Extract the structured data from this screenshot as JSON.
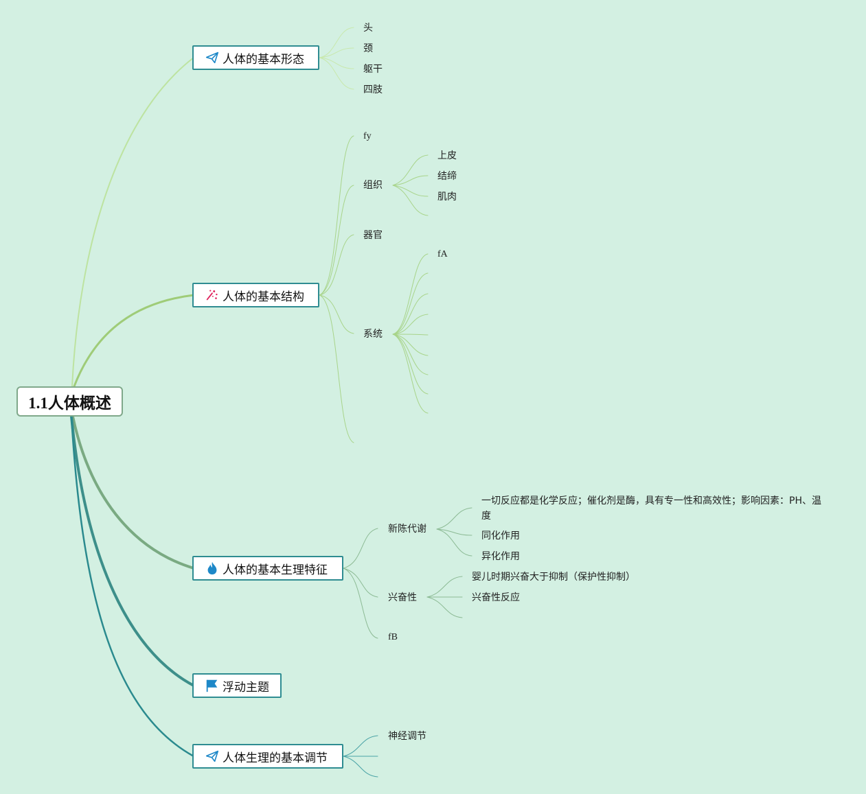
{
  "root": {
    "label": "1.1人体概述"
  },
  "topics": [
    {
      "id": "shape",
      "label": "人体的基本形态",
      "icon": "paper-plane-icon",
      "children": [
        "头",
        "颈",
        "躯干",
        "四肢"
      ]
    },
    {
      "id": "structure",
      "label": "人体的基本结构",
      "icon": "sparkle-icon",
      "children": {
        "fy": "fy",
        "tissue": {
          "label": "组织",
          "children": [
            "上皮",
            "结缔",
            "肌肉"
          ]
        },
        "organ": "器官",
        "system": {
          "label": "系统",
          "children": [
            "fA"
          ]
        }
      }
    },
    {
      "id": "physio",
      "label": "人体的基本生理特征",
      "icon": "flame-icon",
      "children": {
        "metabolism": {
          "label": "新陈代谢",
          "children": [
            "一切反应都是化学反应；催化剂是酶，具有专一性和高效性；影响因素：PH、温度",
            "同化作用",
            "异化作用"
          ]
        },
        "excitability": {
          "label": "兴奋性",
          "children": [
            "婴儿时期兴奋大于抑制（保护性抑制）",
            "兴奋性反应"
          ]
        },
        "fb": "fB"
      }
    },
    {
      "id": "floating",
      "label": "浮动主题",
      "icon": "flag-icon"
    },
    {
      "id": "regulation",
      "label": "人体生理的基本调节",
      "icon": "paper-plane-icon",
      "children": [
        "神经调节"
      ]
    }
  ],
  "colors": {
    "background": "#d3f0e2",
    "branch_shape": "#bde3a0",
    "branch_structure": "#9fcc78",
    "branch_physio": "#7aaa82",
    "branch_floating": "#3d8f8a",
    "branch_regulation": "#2a8a8e",
    "icon_blue": "#1e88c8",
    "icon_red": "#e0245e"
  }
}
